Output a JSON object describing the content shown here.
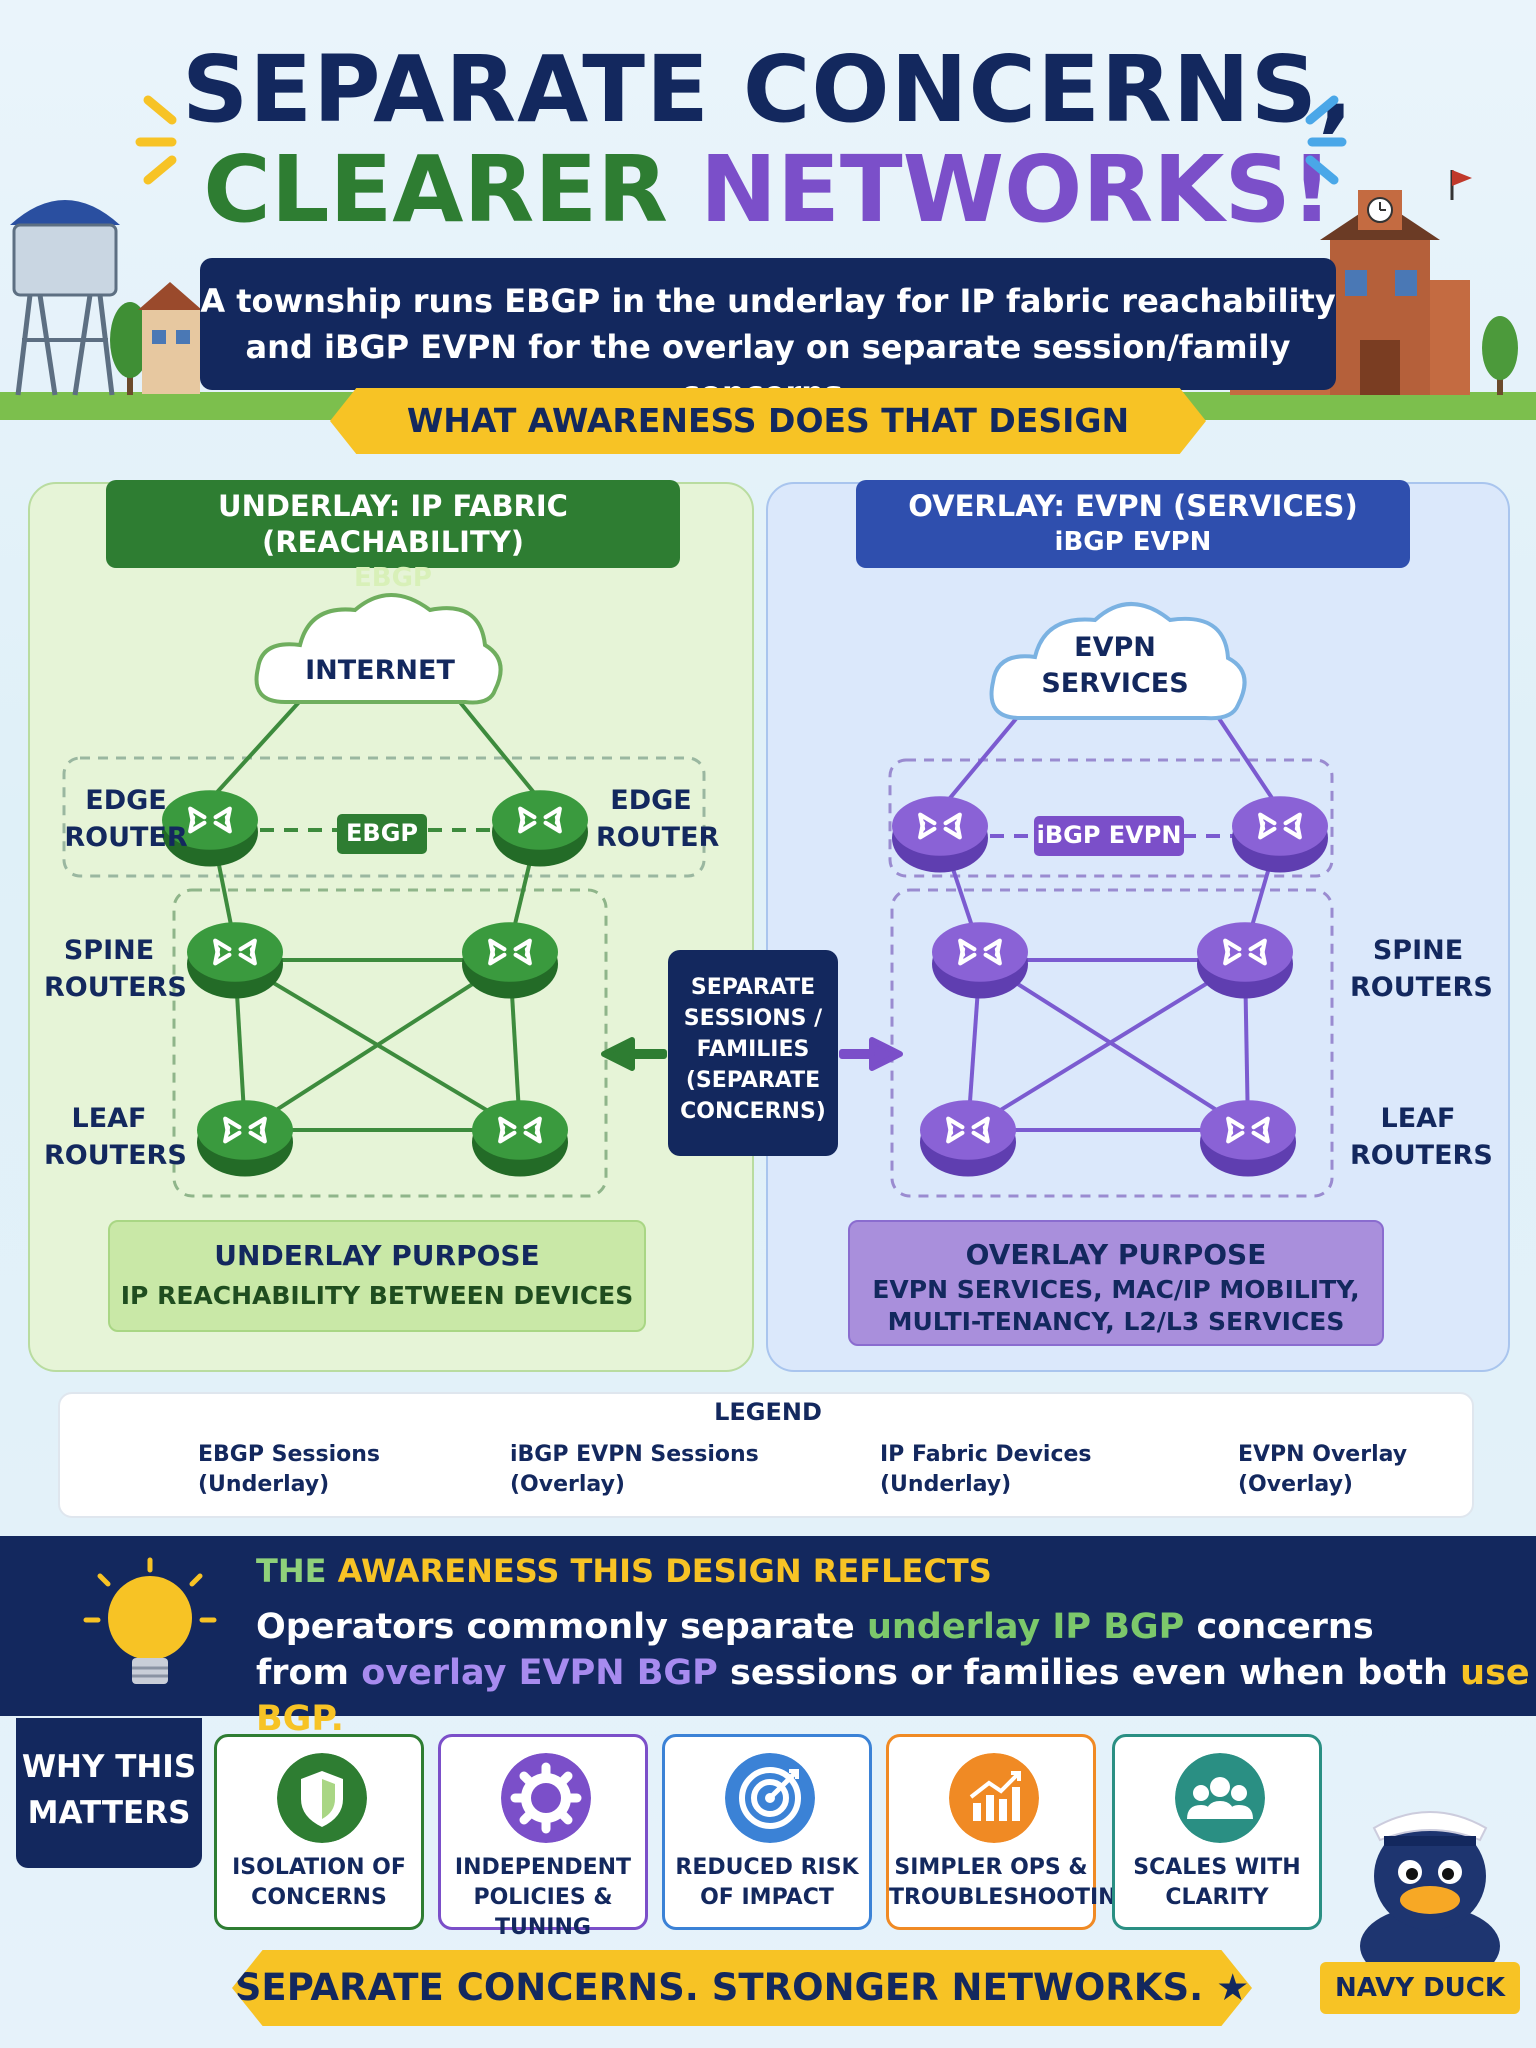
{
  "title": {
    "line1": "SEPARATE CONCERNS,",
    "line2_a": "CLEARER ",
    "line2_b": "NETWORKS!"
  },
  "subtitle": {
    "line1": "A township runs EBGP in the underlay for IP fabric reachability",
    "line2": "and iBGP EVPN for the overlay on separate session/family concerns."
  },
  "question": "WHAT AWARENESS DOES THAT DESIGN REFLECT?",
  "underlay": {
    "heading": "UNDERLAY: IP FABRIC (REACHABILITY)",
    "protocol": "EBGP",
    "cloud": "INTERNET",
    "edge_left_1": "EDGE",
    "edge_left_2": "ROUTER",
    "edge_right_1": "EDGE",
    "edge_right_2": "ROUTER",
    "session_tag": "EBGP",
    "spine_1": "SPINE",
    "spine_2": "ROUTERS",
    "leaf_1": "LEAF",
    "leaf_2": "ROUTERS",
    "purpose_title": "UNDERLAY PURPOSE",
    "purpose_text": "IP REACHABILITY BETWEEN DEVICES"
  },
  "overlay": {
    "heading": "OVERLAY: EVPN (SERVICES)",
    "protocol": "iBGP EVPN",
    "cloud_1": "EVPN",
    "cloud_2": "SERVICES",
    "session_tag": "iBGP EVPN",
    "spine_1": "SPINE",
    "spine_2": "ROUTERS",
    "leaf_1": "LEAF",
    "leaf_2": "ROUTERS",
    "purpose_title": "OVERLAY PURPOSE",
    "purpose_line1": "EVPN SERVICES, MAC/IP MOBILITY,",
    "purpose_line2": "MULTI-TENANCY, L2/L3 SERVICES"
  },
  "center": {
    "l1": "SEPARATE",
    "l2": "SESSIONS /",
    "l3": "FAMILIES",
    "l4": "(SEPARATE",
    "l5": "CONCERNS)"
  },
  "legend": {
    "title": "LEGEND",
    "items": [
      {
        "l1": "EBGP Sessions",
        "l2": "(Underlay)"
      },
      {
        "l1": "iBGP EVPN Sessions",
        "l2": "(Overlay)"
      },
      {
        "l1": "IP Fabric Devices",
        "l2": "(Underlay)"
      },
      {
        "l1": "EVPN Overlay",
        "l2": "(Overlay)"
      }
    ]
  },
  "awareness": {
    "title_a": "THE",
    "title_b": " AWARENESS THIS DESIGN REFLECTS",
    "l1_a": "Operators commonly separate ",
    "l1_b": "underlay IP BGP",
    "l1_c": " concerns",
    "l2_a": "from ",
    "l2_b": "overlay EVPN BGP",
    "l2_c": " sessions or families even when both ",
    "l2_d": "use BGP."
  },
  "why": {
    "l1": "WHY THIS",
    "l2": "MATTERS"
  },
  "cards": [
    {
      "l1": "ISOLATION OF",
      "l2": "CONCERNS",
      "color": "#2e7d32"
    },
    {
      "l1": "INDEPENDENT",
      "l2": "POLICIES & TUNING",
      "color": "#7b4fc9"
    },
    {
      "l1": "REDUCED RISK",
      "l2": "OF IMPACT",
      "color": "#3b82d6"
    },
    {
      "l1": "SIMPLER OPS &",
      "l2": "TROUBLESHOOTING",
      "color": "#f08a24"
    },
    {
      "l1": "SCALES WITH",
      "l2": "CLARITY",
      "color": "#2a8f83"
    }
  ],
  "footer": "SEPARATE CONCERNS. STRONGER NETWORKS.",
  "badge": "NAVY DUCK",
  "colors": {
    "navy": "#13285e",
    "green": "#2e7d32",
    "purple": "#7b4fc9",
    "yellow": "#f7c325"
  }
}
